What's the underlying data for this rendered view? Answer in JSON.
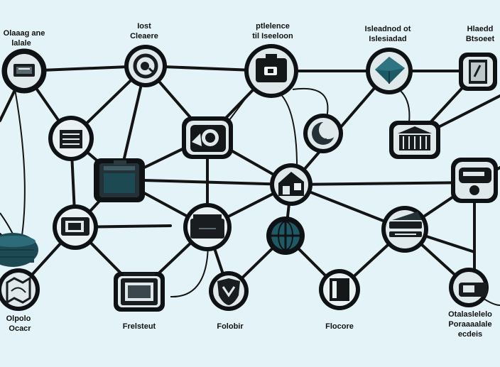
{
  "colors": {
    "background": "#e3f3f7",
    "edge": "#141414",
    "node_fill": "#0f1214",
    "node_ring": "#e8f0f2",
    "accent_teal": "#1d5a66",
    "accent_dark": "#243238"
  },
  "labels": {
    "top_left": [
      "Olaaag ane",
      "lalale"
    ],
    "top_lost": [
      "Iost",
      "Cleaere"
    ],
    "top_pricience": [
      "ptlelence",
      "til Iseeloon"
    ],
    "top_indexnod": [
      "Isleadnod ot",
      "Islesiadad"
    ],
    "top_right": [
      "Hlaedd",
      "Btsoeet"
    ],
    "bottom_left": [
      "Olpolo",
      "Ocacr"
    ],
    "bottom_frelsteut": [
      "Frelsteut"
    ],
    "bottom_folobir": [
      "Folobir"
    ],
    "bottom_flocore": [
      "Flocore"
    ],
    "bottom_right": [
      "Otalaslelelo",
      "Poraaaalale",
      "ecdeis"
    ]
  },
  "nodes": [
    {
      "id": "n-tl",
      "icon": "monitor-icon",
      "shape": "circle"
    },
    {
      "id": "n-c1",
      "icon": "at-sign-icon",
      "shape": "circle"
    },
    {
      "id": "n-t3",
      "icon": "screen-icon",
      "shape": "circle"
    },
    {
      "id": "n-t4",
      "icon": "cube-icon",
      "shape": "circle"
    },
    {
      "id": "n-tr",
      "icon": "document-icon",
      "shape": "rect"
    },
    {
      "id": "n-doc",
      "icon": "document-icon",
      "shape": "circle"
    },
    {
      "id": "n-cam",
      "icon": "camera-icon",
      "shape": "rect"
    },
    {
      "id": "n-moon",
      "icon": "moon-icon",
      "shape": "circle"
    },
    {
      "id": "n-bank",
      "icon": "bank-icon",
      "shape": "rect"
    },
    {
      "id": "n-server",
      "icon": "server-icon",
      "shape": "rect"
    },
    {
      "id": "n-house",
      "icon": "house-icon",
      "shape": "circle"
    },
    {
      "id": "n-car",
      "icon": "car-icon",
      "shape": "rect"
    },
    {
      "id": "n-laptop",
      "icon": "laptop-icon",
      "shape": "circle"
    },
    {
      "id": "n-box",
      "icon": "box-icon",
      "shape": "circle"
    },
    {
      "id": "n-globe",
      "icon": "globe-icon",
      "shape": "circle"
    },
    {
      "id": "n-stack",
      "icon": "stack-icon",
      "shape": "circle"
    },
    {
      "id": "n-db",
      "icon": "database-icon",
      "shape": "circle"
    },
    {
      "id": "n-map",
      "icon": "map-icon",
      "shape": "circle"
    },
    {
      "id": "n-tv",
      "icon": "tv-icon",
      "shape": "rect"
    },
    {
      "id": "n-shield",
      "icon": "shield-icon",
      "shape": "circle"
    },
    {
      "id": "n-book",
      "icon": "book-icon",
      "shape": "circle"
    },
    {
      "id": "n-phone",
      "icon": "device-icon",
      "shape": "circle"
    }
  ]
}
